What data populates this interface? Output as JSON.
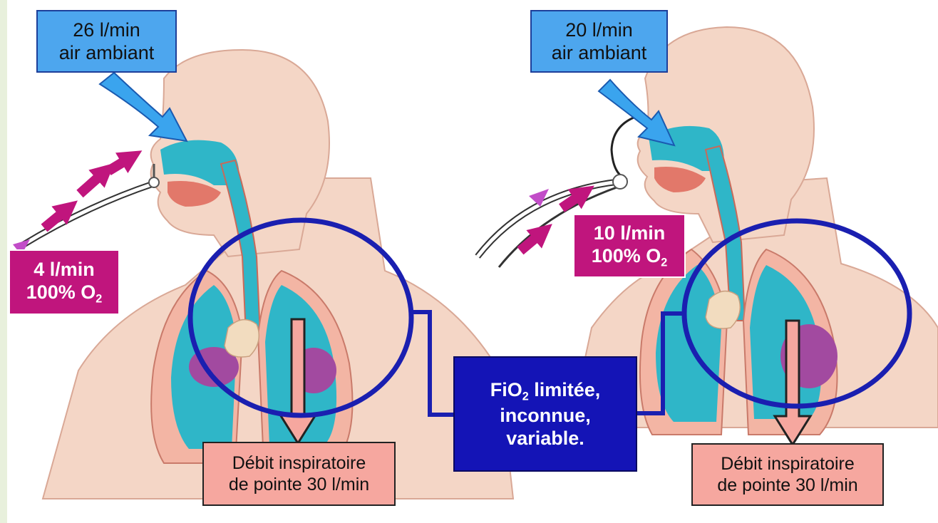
{
  "left_panel": {
    "air_label": {
      "line1": "26 l/min",
      "line2": "air ambiant"
    },
    "oxygen_label": {
      "line1": "4 l/min",
      "line2_prefix": "100% O",
      "line2_sub": "2"
    },
    "flow_label": {
      "line1": "Débit inspiratoire",
      "line2": "de pointe 30 l/min"
    }
  },
  "right_panel": {
    "air_label": {
      "line1": "20 l/min",
      "line2": "air ambiant"
    },
    "oxygen_label": {
      "line1": "10 l/min",
      "line2_prefix": "100% O",
      "line2_sub": "2"
    },
    "flow_label": {
      "line1": "Débit inspiratoire",
      "line2": "de pointe 30 l/min"
    }
  },
  "center_label": {
    "line1_prefix": "FiO",
    "line1_sub": "2",
    "line1_suffix": " limitée,",
    "line2": "inconnue,",
    "line3": "variable."
  },
  "colors": {
    "skin": "#f4d6c6",
    "airway": "#2fb6c8",
    "oxygen_arrow": "#c0157d",
    "air_arrow": "#3aa4ee",
    "highlight_ring": "#1a1fb0",
    "flow_box": "#f6a79f"
  }
}
